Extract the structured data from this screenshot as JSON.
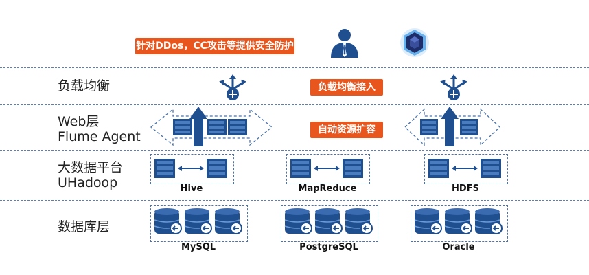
{
  "tags": {
    "protection": "针对DDos，CC攻击等提供安全防护",
    "load_balance_access": "负载均衡接入",
    "auto_scaling": "自动资源扩容"
  },
  "layers": {
    "load_balance": "负载均衡",
    "web_line1": "Web层",
    "web_line2": "Flume Agent",
    "bigdata_line1": "大数据平台",
    "bigdata_line2": "UHadoop",
    "database": "数据库层"
  },
  "platform_clusters": [
    "Hive",
    "MapReduce",
    "HDFS"
  ],
  "databases": [
    "MySQL",
    "PostgreSQL",
    "Oracle"
  ],
  "icons": {
    "user": "user-icon",
    "shield": "hexagon-shield-icon",
    "load_balancer": "load-balancer-icon",
    "server": "server-icon",
    "database": "database-icon"
  },
  "colors": {
    "accent": "#e8561d",
    "server_blue": "#1f4f8f",
    "divider": "#5b7fb0"
  }
}
